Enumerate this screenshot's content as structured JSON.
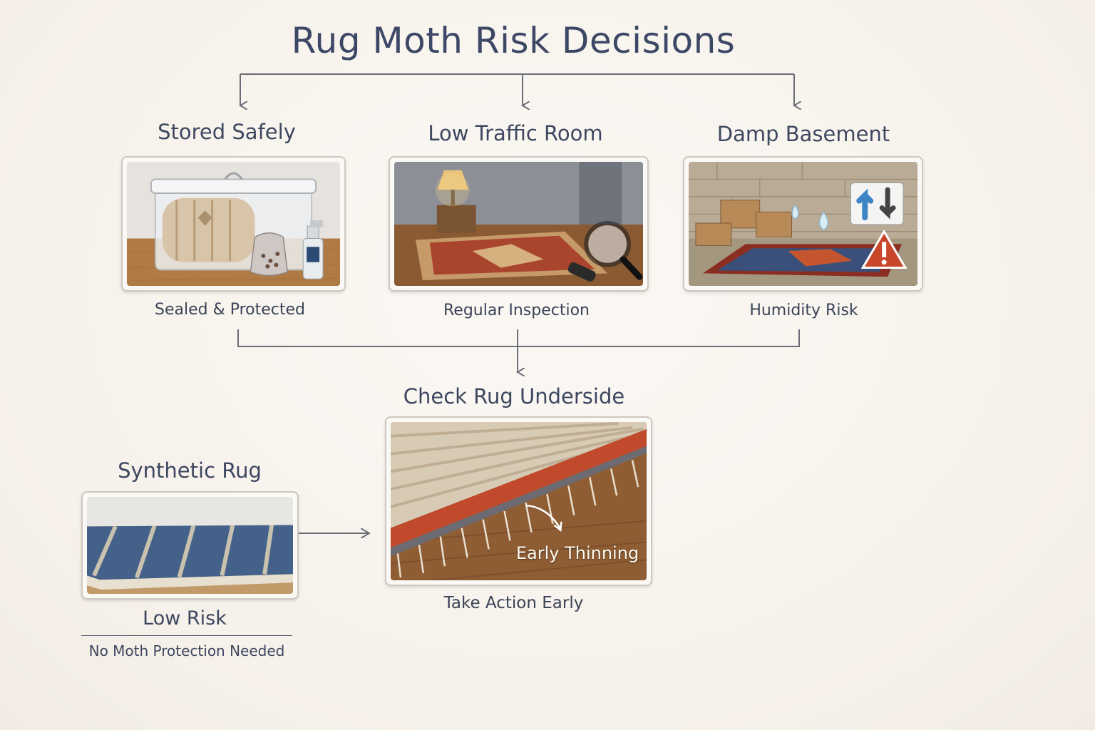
{
  "title": "Rug Moth Risk Decisions",
  "nodes": {
    "stored": {
      "heading": "Stored Safely",
      "caption": "Sealed & Protected"
    },
    "traffic": {
      "heading": "Low Traffic Room",
      "caption": "Regular Inspection"
    },
    "basement": {
      "heading": "Damp Basement",
      "caption": "Humidity Risk"
    },
    "underside": {
      "heading": "Check Rug Underside",
      "caption": "Take Action Early",
      "overlay": "Early Thinning"
    },
    "synthetic": {
      "heading": "Synthetic Rug",
      "caption": "Low Risk",
      "note": "No Moth Protection Needed"
    }
  },
  "icons": {
    "stored": [
      "storage-box-icon",
      "sachet-icon",
      "spray-bottle-icon"
    ],
    "traffic": [
      "lamp-icon",
      "magnifier-icon"
    ],
    "basement": [
      "water-drop-icon",
      "arrows-up-down-icon",
      "warning-icon"
    ]
  },
  "colors": {
    "text": "#3d4866",
    "connector": "#6b6e78",
    "warning": "#c8472b",
    "rug-red": "#b8442d",
    "rug-blue": "#3f5e86"
  }
}
